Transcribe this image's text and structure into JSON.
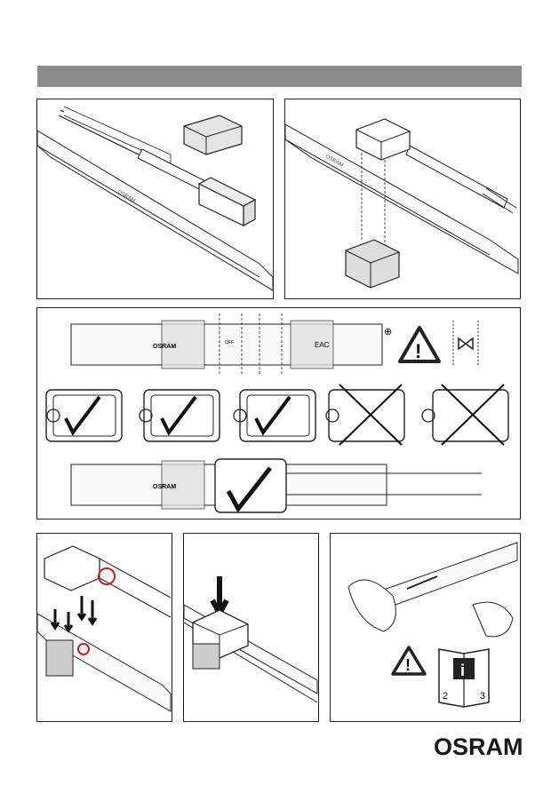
{
  "document": {
    "header_bar_color": "#8c8c8c",
    "brand_logo": "OSRAM",
    "strip_brand": "OSRAM",
    "strip_off_label": "OFF",
    "strip_ce_mark": "EAC",
    "polarity_plus": "⊕",
    "polarity_minus": "⊖",
    "warning_symbol": "!",
    "manual_page_left": "2",
    "manual_page_right": "3",
    "manual_info_symbol": "i",
    "annotation_colors": {
      "warning_red": "#d11a1a",
      "line": "#222222",
      "fill_gray": "#cfcfcf"
    }
  }
}
